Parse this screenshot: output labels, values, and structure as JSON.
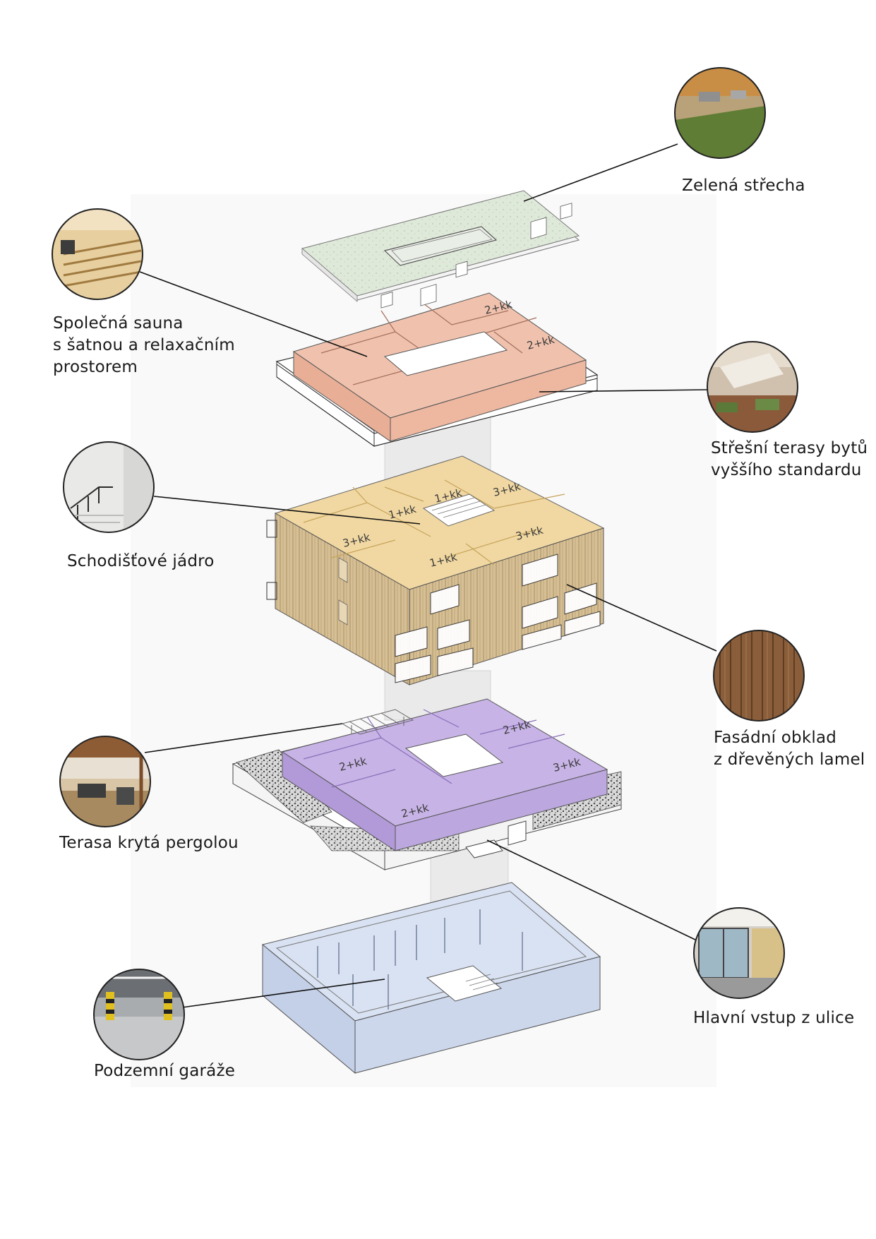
{
  "callouts": {
    "green_roof": {
      "lines": [
        "Zelená střecha"
      ],
      "icon": "green-roof-photo-icon"
    },
    "sauna": {
      "lines": [
        "Společná sauna",
        "s šatnou a relaxačním",
        "prostorem"
      ],
      "icon": "sauna-photo-icon"
    },
    "roof_terraces": {
      "lines": [
        "Střešní terasy bytů",
        "vyššího standardu"
      ],
      "icon": "roof-terrace-photo-icon"
    },
    "stair_core": {
      "lines": [
        "Schodišťové jádro"
      ],
      "icon": "staircase-photo-icon"
    },
    "facade": {
      "lines": [
        "Fasádní obklad",
        "z dřevěných lamel"
      ],
      "icon": "wood-slats-photo-icon"
    },
    "pergola": {
      "lines": [
        "Terasa krytá pergolou"
      ],
      "icon": "pergola-photo-icon"
    },
    "entrance": {
      "lines": [
        "Hlavní vstup z ulice"
      ],
      "icon": "entrance-photo-icon"
    },
    "garage": {
      "lines": [
        "Podzemní garáže"
      ],
      "icon": "garage-photo-icon"
    }
  },
  "unit_labels": {
    "top_floor": [
      "2+kk",
      "2+kk"
    ],
    "typical_floor": [
      "1+kk",
      "1+kk",
      "3+kk",
      "3+kk",
      "3+kk",
      "1+kk"
    ],
    "ground_floor": [
      "2+kk",
      "2+kk",
      "3+kk",
      "2+kk"
    ]
  },
  "colors": {
    "green_roof": "#dce8d6",
    "top_floor": "#eab49d",
    "typical_floor": "#f1d8a2",
    "wood": "#cdb489",
    "ground_floor": "#b8a3dc",
    "garage": "#c7d4ea",
    "leader": "#111111"
  }
}
